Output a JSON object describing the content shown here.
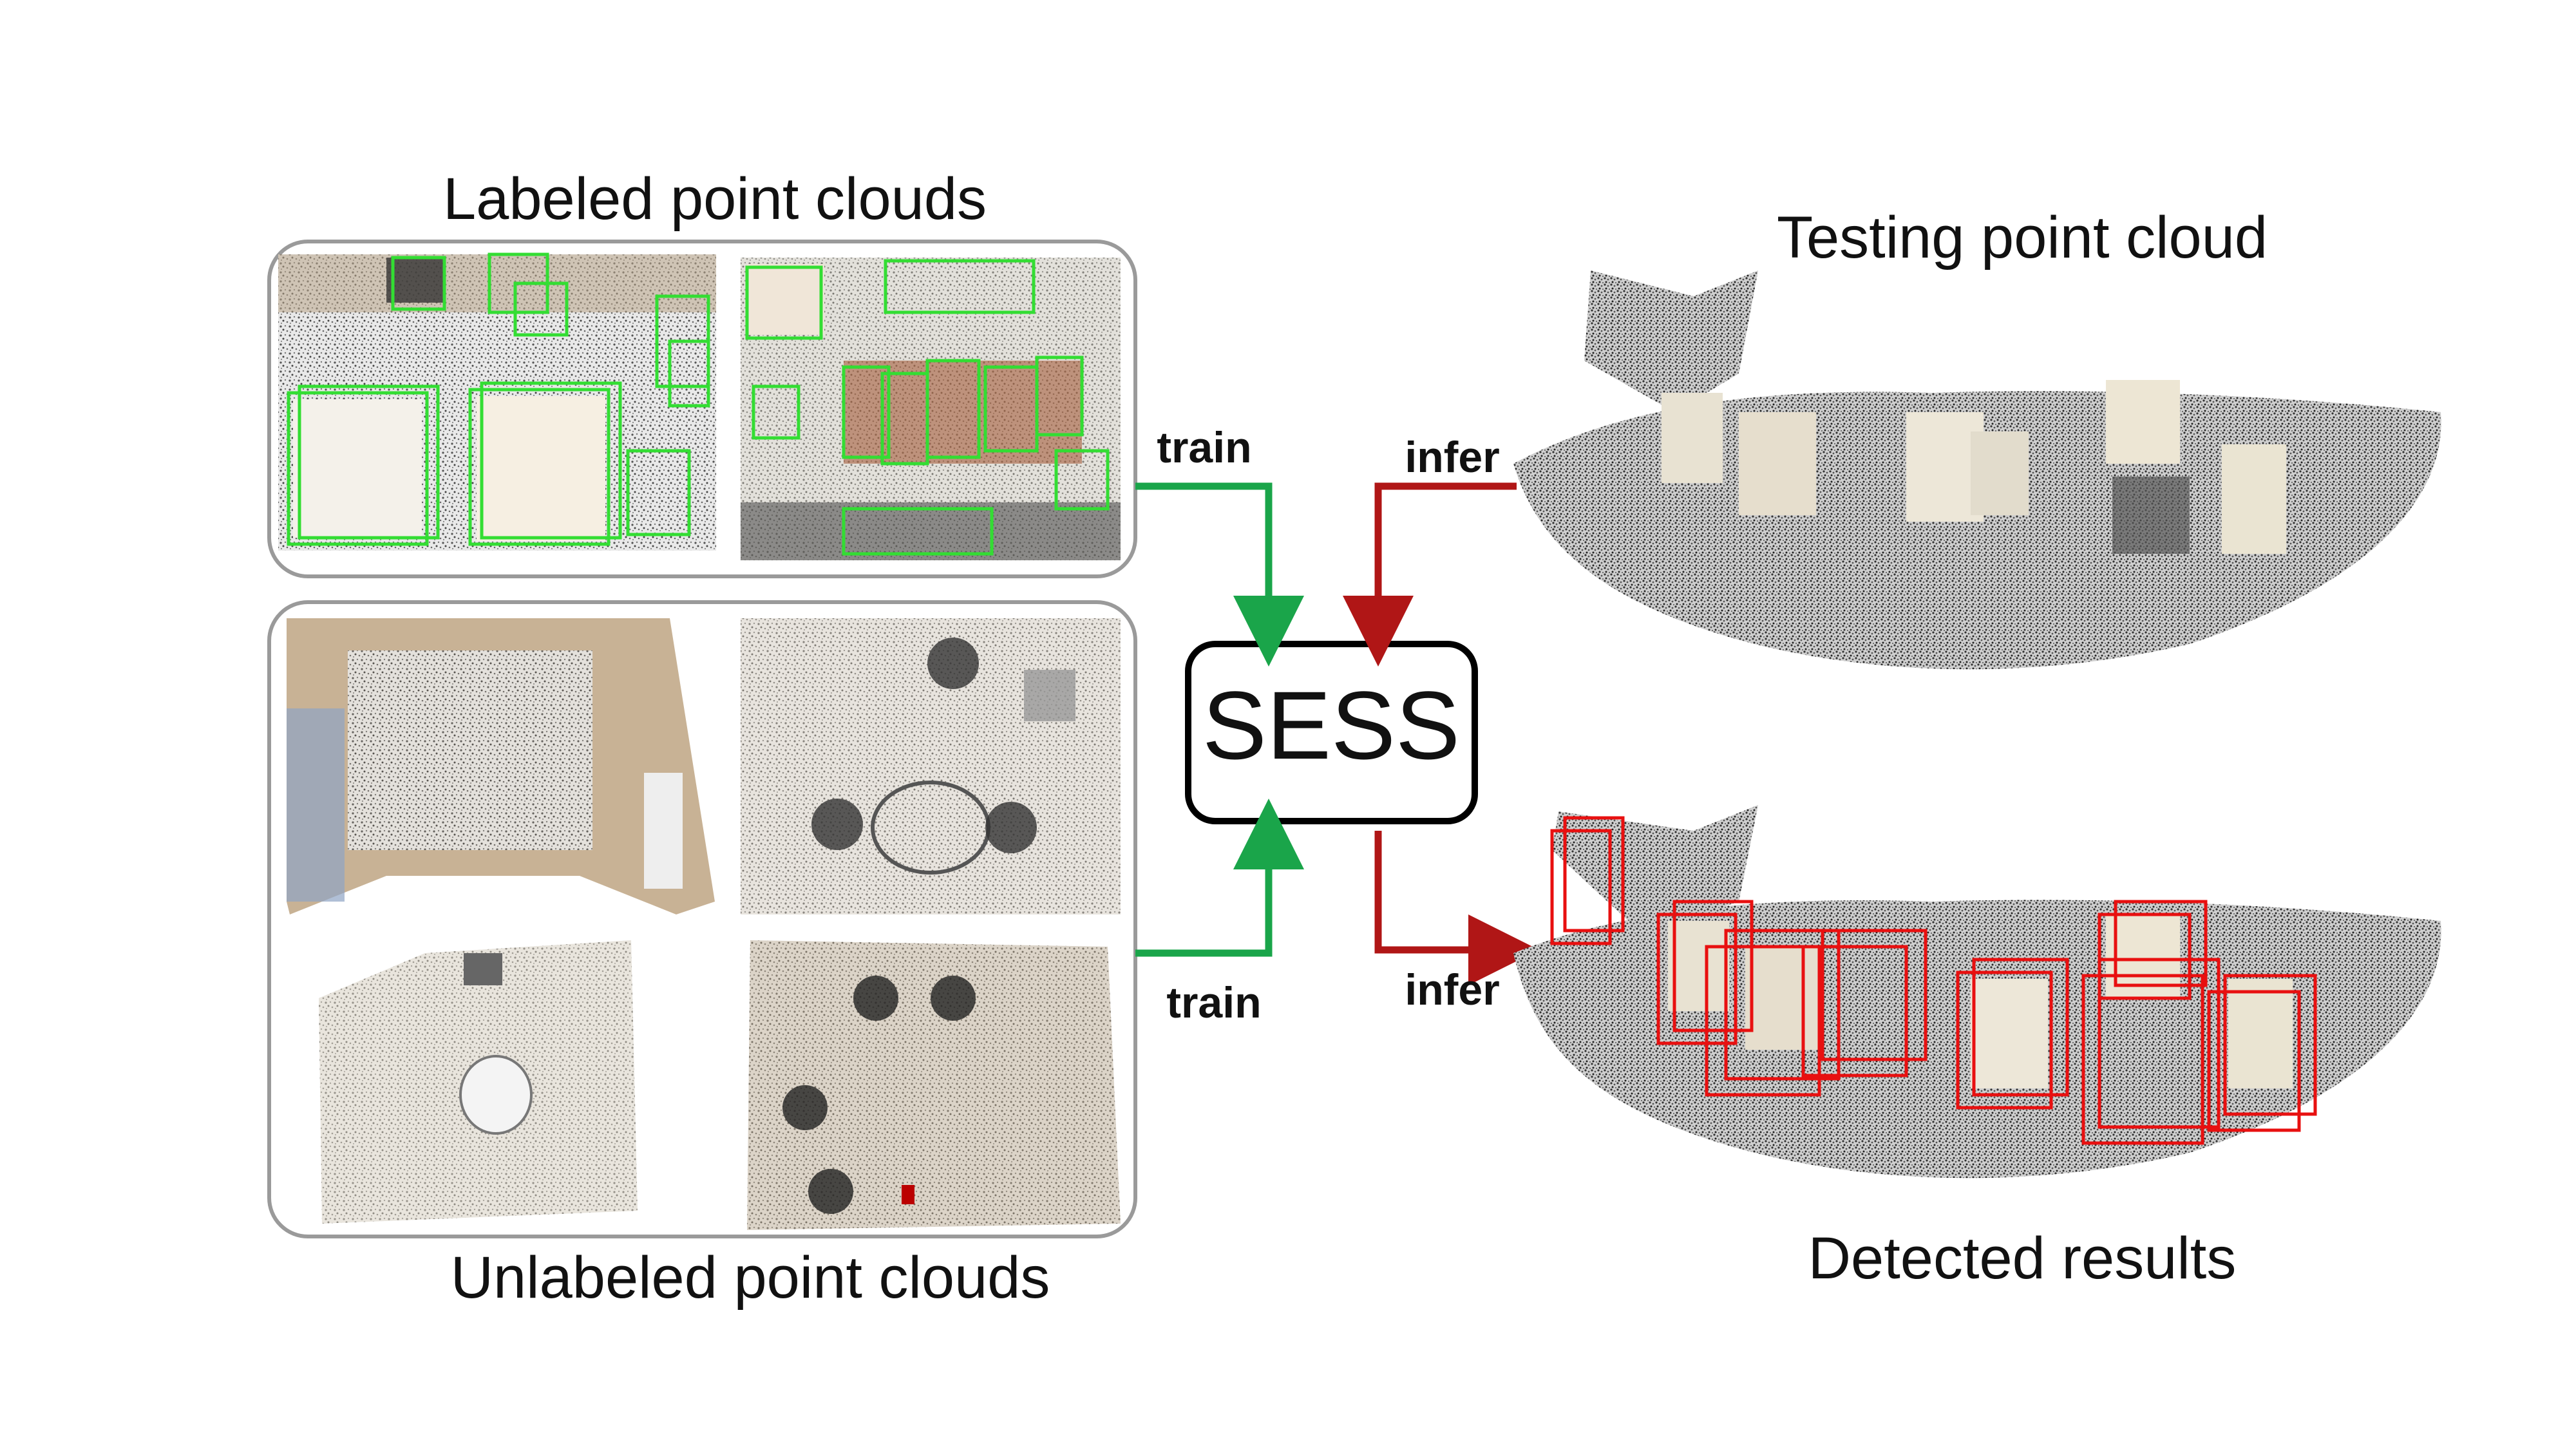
{
  "labels": {
    "labeled": "Labeled point clouds",
    "unlabeled": "Unlabeled point clouds",
    "testing": "Testing point cloud",
    "detected": "Detected results"
  },
  "center_box": {
    "text": "SESS"
  },
  "arrows": {
    "train_top": "train",
    "train_bottom": "train",
    "infer_top": "infer",
    "infer_bottom": "infer"
  },
  "colors": {
    "train_arrow": "#1aa54a",
    "infer_arrow": "#b01616",
    "label_box": "#33dd33",
    "detect_box": "#e81010",
    "panel_border": "#9a9a9a"
  }
}
